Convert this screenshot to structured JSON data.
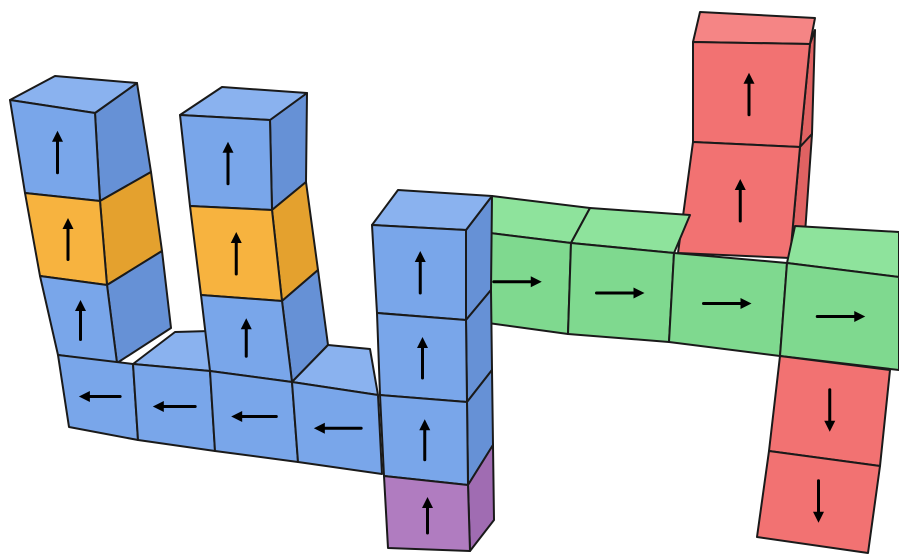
{
  "colors": {
    "blue": {
      "front": "#79a6ea",
      "side": "#6691d6",
      "top": "#8ab2ef",
      "name": "blue"
    },
    "orange": {
      "front": "#f7b33f",
      "side": "#e4a12e",
      "top": "#f9c25e",
      "name": "orange"
    },
    "green": {
      "front": "#7fd98f",
      "side": "#6cc77d",
      "top": "#8ee39c",
      "name": "green"
    },
    "red": {
      "front": "#f27272",
      "side": "#e06262",
      "top": "#f58585",
      "name": "red"
    },
    "purple": {
      "front": "#b07cc0",
      "side": "#a06cb2",
      "top": "#bd8ccc",
      "name": "purple"
    }
  },
  "legend": [],
  "cubes": [
    {
      "id": "left-col-1-top",
      "color": "blue",
      "arrow": "up"
    },
    {
      "id": "left-col-1-mid",
      "color": "orange",
      "arrow": "up"
    },
    {
      "id": "left-col-1-low",
      "color": "blue",
      "arrow": "up"
    },
    {
      "id": "left-col-2-top",
      "color": "blue",
      "arrow": "up"
    },
    {
      "id": "left-col-2-mid",
      "color": "orange",
      "arrow": "up"
    },
    {
      "id": "left-col-2-low",
      "color": "blue",
      "arrow": "up"
    },
    {
      "id": "bottom-row-1",
      "color": "blue",
      "arrow": "left"
    },
    {
      "id": "bottom-row-2",
      "color": "blue",
      "arrow": "left"
    },
    {
      "id": "bottom-row-3",
      "color": "blue",
      "arrow": "left"
    },
    {
      "id": "bottom-row-4",
      "color": "blue",
      "arrow": "left"
    },
    {
      "id": "center-col-top",
      "color": "blue",
      "arrow": "up"
    },
    {
      "id": "center-col-mid",
      "color": "blue",
      "arrow": "up"
    },
    {
      "id": "center-col-low",
      "color": "blue",
      "arrow": "up"
    },
    {
      "id": "center-col-base",
      "color": "purple",
      "arrow": "up"
    },
    {
      "id": "green-row-1",
      "color": "green",
      "arrow": "right"
    },
    {
      "id": "green-row-2",
      "color": "green",
      "arrow": "right"
    },
    {
      "id": "green-row-3",
      "color": "green",
      "arrow": "right"
    },
    {
      "id": "green-row-4",
      "color": "green",
      "arrow": "right"
    },
    {
      "id": "red-tower-top",
      "color": "red",
      "arrow": "up"
    },
    {
      "id": "red-tower-low",
      "color": "red",
      "arrow": "up"
    },
    {
      "id": "red-drop-1",
      "color": "red",
      "arrow": "down"
    },
    {
      "id": "red-drop-2",
      "color": "red",
      "arrow": "down"
    }
  ]
}
